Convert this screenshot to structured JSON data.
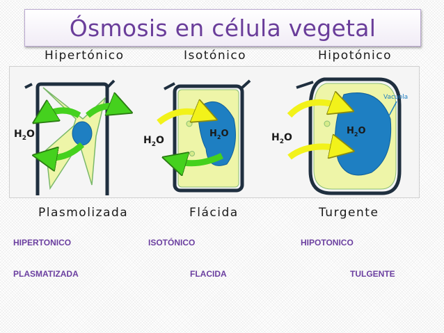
{
  "title": "Ósmosis en célula vegetal",
  "solutions": {
    "hyper": "Hipertónico",
    "iso": "Isotónico",
    "hypo": "Hipotónico"
  },
  "states": {
    "plasmolyzed": "Plasmolizada",
    "flaccid": "Flácida",
    "turgid": "Turgente"
  },
  "labels": {
    "water": "H",
    "water_sub": "2",
    "water_o": "O",
    "vacuole": "Vacuola"
  },
  "captions": {
    "row1": [
      "HIPERTONICO",
      "ISOTÓNICO",
      "HIPOTONICO"
    ],
    "row2": [
      "PLASMATIZADA",
      "FLACIDA",
      "TULGENTE"
    ]
  },
  "colors": {
    "title": "#6a3d9a",
    "caption": "#6b3fa0",
    "cytoplasm": "#eef5a8",
    "vacuole": "#1e7fc2",
    "arrow_out": "#45d11e",
    "arrow_in": "#f2f21a",
    "cell_wall": "#1f2f3f"
  }
}
